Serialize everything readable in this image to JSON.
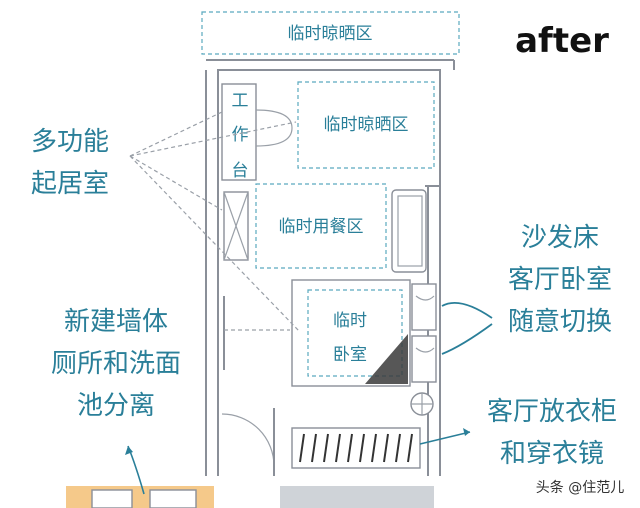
{
  "tag": "after",
  "watermark": "头条 @住范儿",
  "zones": {
    "drying_top": "临时晾晒区",
    "drying_inner": "临时晾晒区",
    "desk_chars": [
      "工",
      "作",
      "台"
    ],
    "dining": "临时用餐区",
    "bedroom_lines": [
      "临时",
      "卧室"
    ]
  },
  "annotations": {
    "multi_room": [
      "多功能",
      "起居室"
    ],
    "sofa_bed": [
      "沙发床",
      "客厅卧室",
      "随意切换"
    ],
    "wall_split": [
      "新建墙体",
      "厕所和洗面",
      "池分离"
    ],
    "wardrobe": [
      "客厅放衣柜",
      "和穿衣镜"
    ]
  },
  "colors": {
    "accent": "#2a7f99",
    "dash": "#5aa9bf",
    "wall": "#8a8f98",
    "bathroom": "#f5c98a"
  }
}
